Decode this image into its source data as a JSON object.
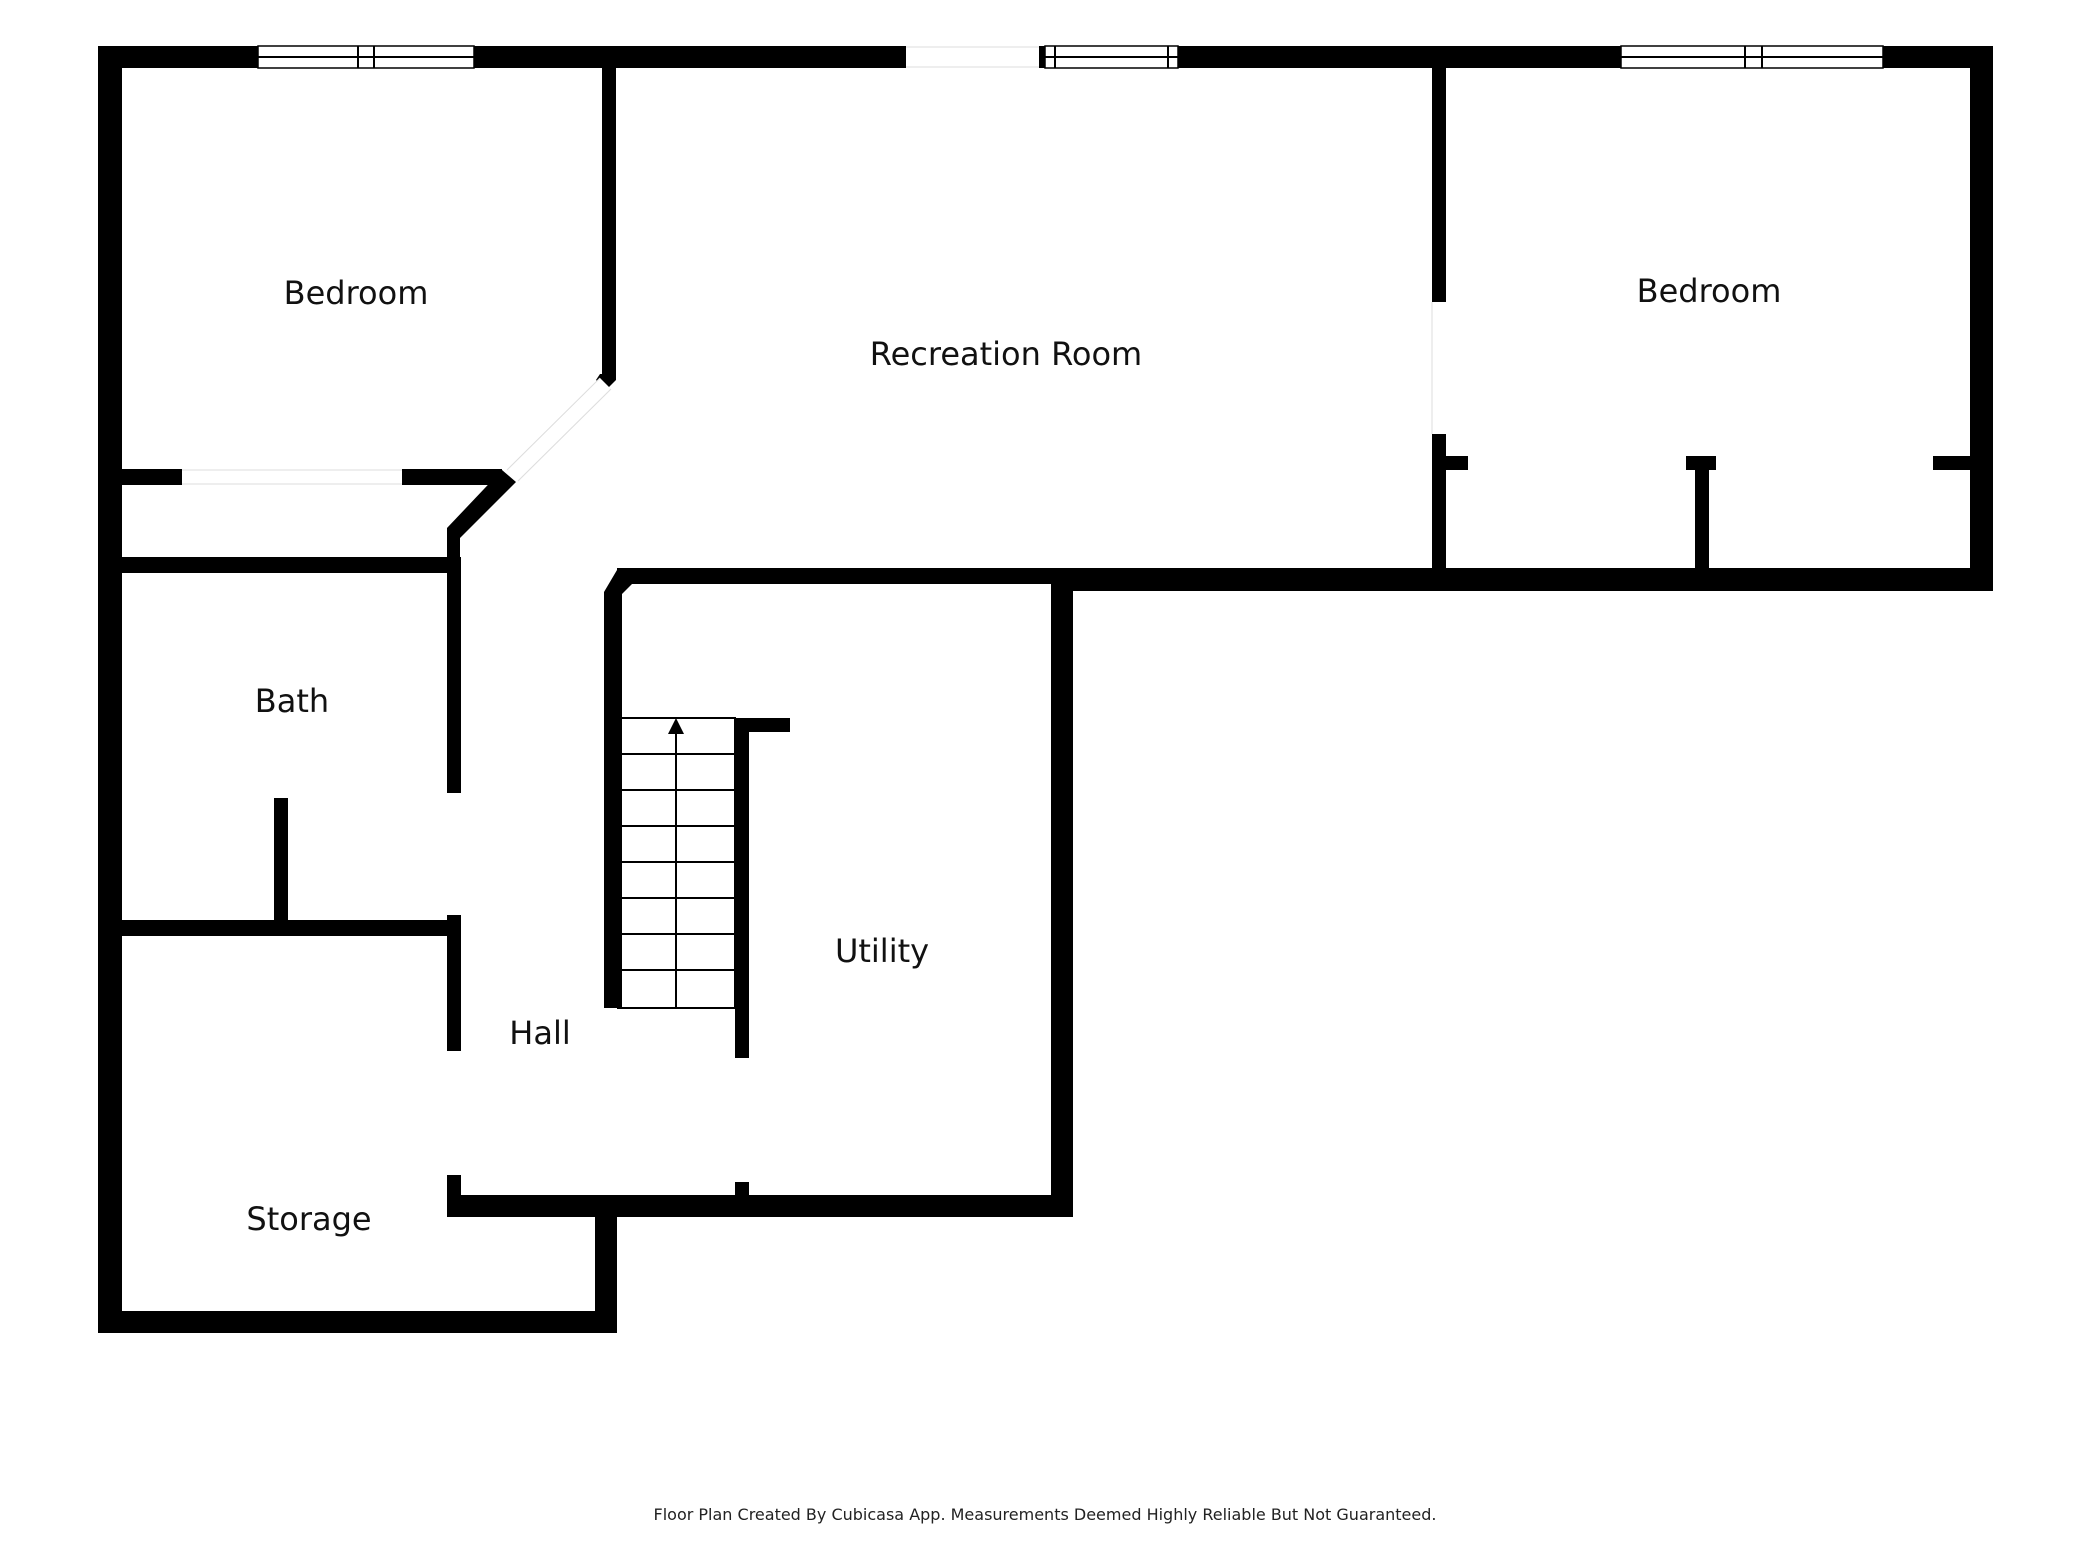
{
  "rooms": {
    "bedroom_left": "Bedroom",
    "recreation_room": "Recreation Room",
    "bedroom_right": "Bedroom",
    "bath": "Bath",
    "utility": "Utility",
    "hall": "Hall",
    "storage": "Storage"
  },
  "footer": "Floor Plan Created By Cubicasa App. Measurements Deemed Highly Reliable But Not Guaranteed.",
  "colors": {
    "wall": "#000000",
    "background": "#ffffff"
  },
  "icons": {
    "stair_direction": "arrow-up-icon"
  }
}
